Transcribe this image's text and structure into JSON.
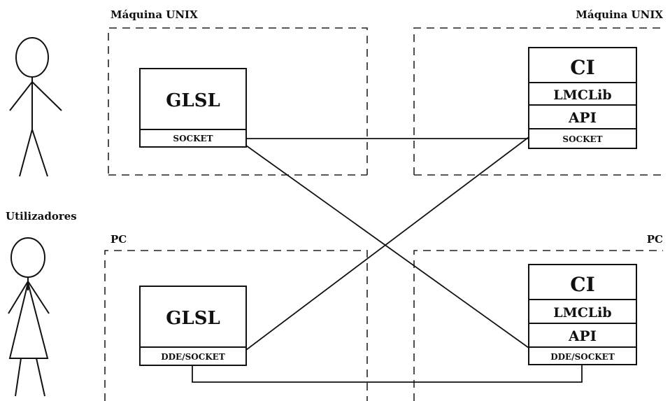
{
  "regions": {
    "top_left": "Máquina UNIX",
    "top_right": "Máquina UNIX",
    "bottom_left": "PC",
    "bottom_right": "PC"
  },
  "users_label": "Utilizadores",
  "modules": {
    "glsl_unix": {
      "title": "GLSL",
      "port": "SOCKET"
    },
    "ci_unix": {
      "title": "CI",
      "layers": [
        "LMCLib",
        "API"
      ],
      "port": "SOCKET"
    },
    "glsl_pc": {
      "title": "GLSL",
      "port": "DDE/SOCKET"
    },
    "ci_pc": {
      "title": "CI",
      "layers": [
        "LMCLib",
        "API"
      ],
      "port": "DDE/SOCKET"
    }
  }
}
